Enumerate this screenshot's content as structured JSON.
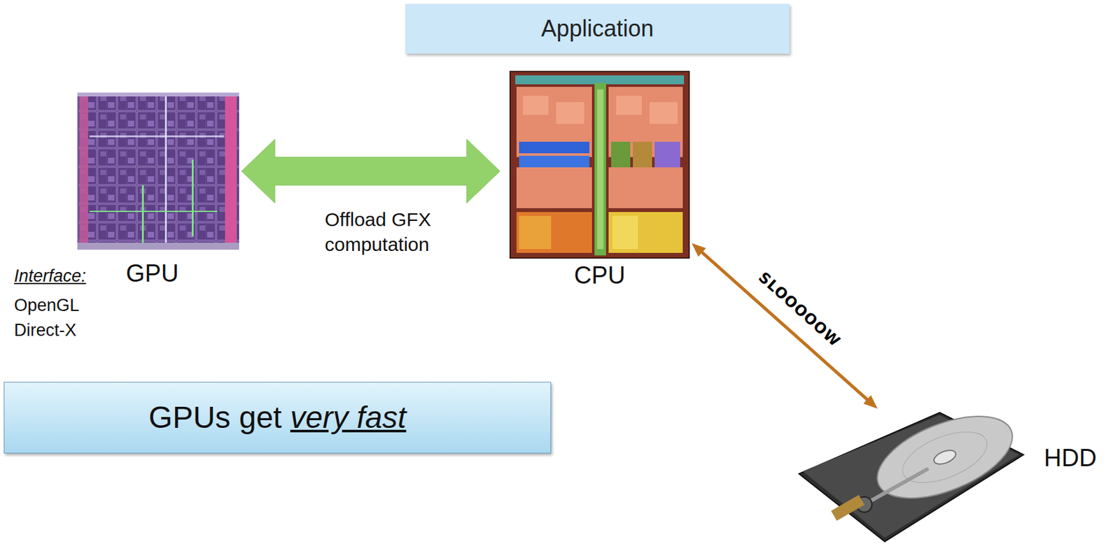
{
  "diagram": {
    "nodes": [
      {
        "text": [
          "Application"
        ]
      },
      {
        "text": [
          "GPU",
          "Interface:",
          "OpenGL Direct-X"
        ]
      },
      {
        "text": [
          "CPU"
        ]
      },
      {
        "text": [
          "GPUs get very fast"
        ]
      },
      {
        "text": [
          "HDD"
        ]
      }
    ],
    "edges": [
      {
        "from": 1,
        "to": 2,
        "arrow": "both",
        "label": "Offload GFX computation"
      },
      {
        "from": 2,
        "to": 4,
        "arrow": "both",
        "label": "SLOOOOOW"
      }
    ]
  }
}
